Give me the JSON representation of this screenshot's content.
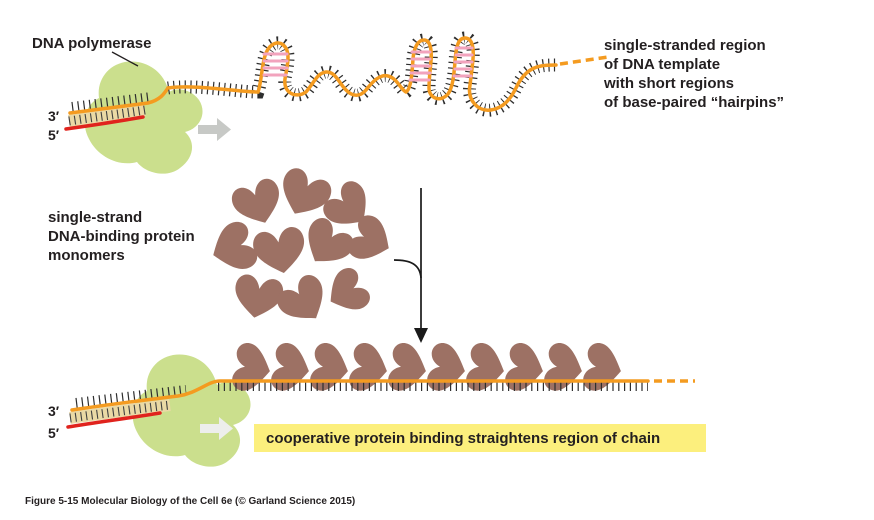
{
  "labels": {
    "dna_polymerase": "DNA polymerase",
    "prime3": "3′",
    "prime5": "5′",
    "ss_region": [
      "single-stranded region",
      "of DNA template",
      "with short regions",
      "of base-paired “hairpins”"
    ],
    "ssb_monomers": [
      "single-strand",
      "DNA-binding protein",
      "monomers"
    ],
    "highlight": "cooperative protein binding straightens region of chain"
  },
  "caption": "Figure 5-15 Molecular Biology of the Cell 6e (© Garland Science 2015)",
  "colors": {
    "polymerase_green": "#cbdf8d",
    "dna_template_orange": "#f49b20",
    "primer_red": "#e0231d",
    "base_pair_tan": "#ead9a5",
    "hairpin_pink": "#f2a3bd",
    "ssb_protein_brown": "#9d7164",
    "highlight_yellow": "#fcef7d",
    "block_arrow_gray": "#c7c9c6",
    "block_arrow_light": "#edeeec",
    "text_dark": "#231f20"
  }
}
